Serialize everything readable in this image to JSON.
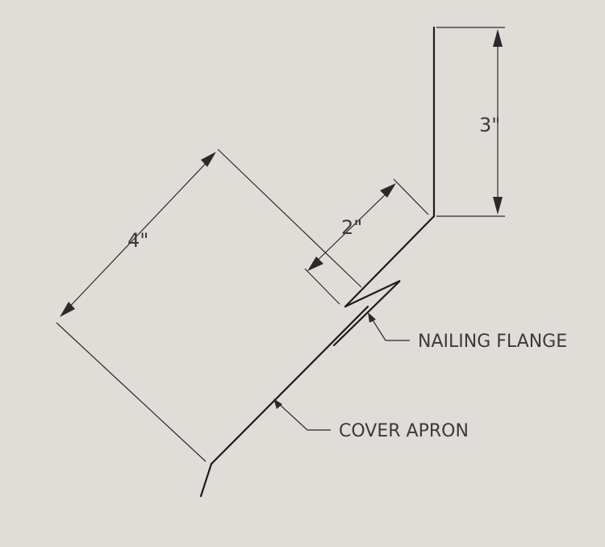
{
  "dimensions": {
    "top_height": "3\"",
    "upper_leg": "2\"",
    "apron_width": "4\""
  },
  "callouts": {
    "nailing_flange": "NAILING FLANGE",
    "cover_apron": "COVER APRON"
  },
  "colors": {
    "background": "#e0ddd9",
    "line": "#1c1c1c",
    "text": "#3a3a3a"
  }
}
